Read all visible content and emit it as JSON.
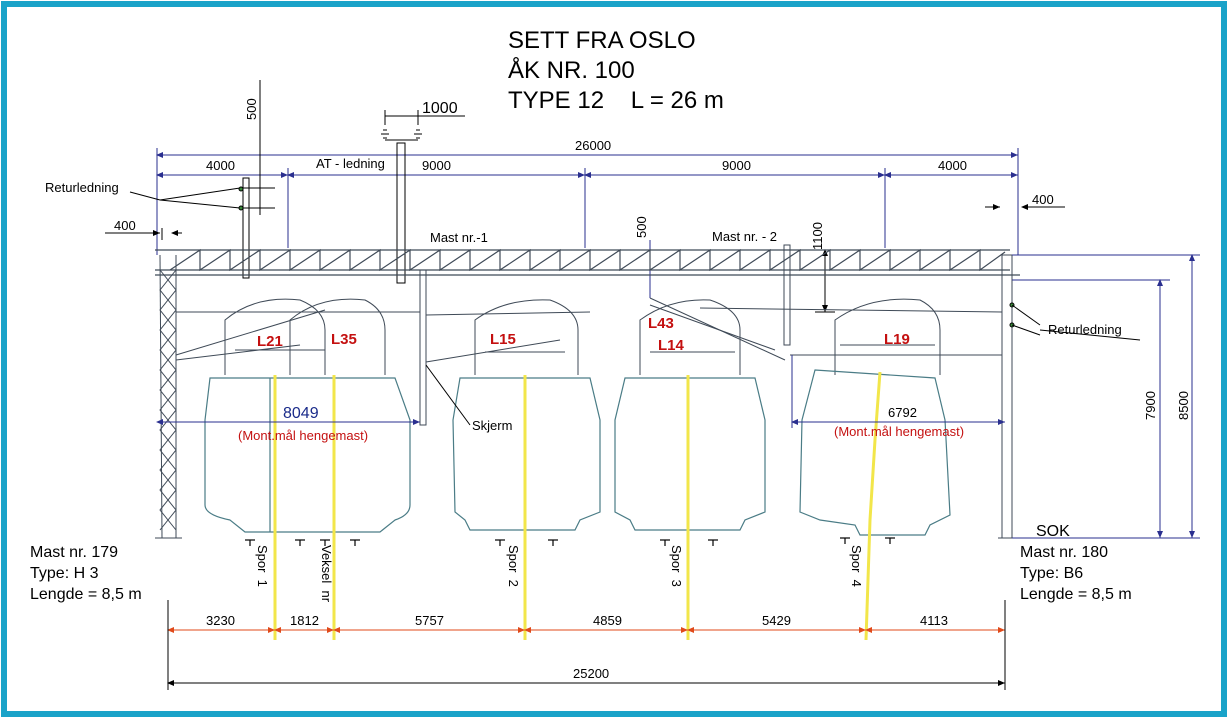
{
  "colors": {
    "border": "#1aa3c9",
    "dimension": "#2a2f8f",
    "structure": "#3f4a57",
    "vehicle": "#4a7c86",
    "track": "#f2e64a",
    "bottom_dim": "#e04a1a",
    "label_red": "#c41010"
  },
  "title": {
    "line1": "SETT FRA OSLO",
    "line2": "ÅK NR. 100",
    "line3": "TYPE 12    L = 26 m"
  },
  "top_dims": {
    "total": "26000",
    "seg1": "4000",
    "seg2": "9000",
    "seg3": "9000",
    "seg4": "4000",
    "at_label": "AT - ledning",
    "d500_left": "500",
    "d1000": "1000",
    "d400_left": "400",
    "d400_right": "400",
    "d500_mid": "500",
    "d1100": "1100"
  },
  "labels": {
    "returledning_left": "Returledning",
    "returledning_right": "Returledning",
    "mast1": "Mast nr.-1",
    "mast2": "Mast nr. - 2",
    "skjerm": "Skjerm",
    "sok": "SOK"
  },
  "wires": {
    "l21": "L21",
    "l35": "L35",
    "l15": "L15",
    "l43": "L43",
    "l14": "L14",
    "l19": "L19"
  },
  "mont": {
    "left_value": "8049",
    "left_text": "(Mont.mål hengemast)",
    "right_value": "6792",
    "right_text": "(Mont.mål hengemast)"
  },
  "right_dims": {
    "h7900": "7900",
    "h8500": "8500"
  },
  "mast_left": {
    "name": "Mast nr. 179",
    "type": "Type: H 3",
    "length": "Lengde = 8,5 m"
  },
  "mast_right": {
    "name": "Mast nr. 180",
    "type": "Type: B6",
    "length": "Lengde = 8,5 m"
  },
  "tracks": {
    "spor1": "Spor  1",
    "veksel": "Veksel  nr",
    "spor2": "Spor  2",
    "spor3": "Spor  3",
    "spor4": "Spor  4"
  },
  "bottom_dims": {
    "b1": "3230",
    "b2": "1812",
    "b3": "5757",
    "b4": "4859",
    "b5": "5429",
    "b6": "4113",
    "total": "25200"
  }
}
